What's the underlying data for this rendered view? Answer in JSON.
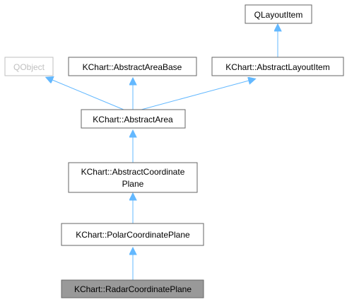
{
  "diagram": {
    "nodes": {
      "qlayoutitem": {
        "label": "QLayoutItem"
      },
      "qobject": {
        "label": "QObject"
      },
      "abstract_area_base": {
        "label": "KChart::AbstractAreaBase"
      },
      "abstract_layout_item": {
        "label": "KChart::AbstractLayoutItem"
      },
      "abstract_area": {
        "label": "KChart::AbstractArea"
      },
      "abstract_coordinate_plane": {
        "label_line1": "KChart::AbstractCoordinate",
        "label_line2": "Plane"
      },
      "polar_coordinate_plane": {
        "label": "KChart::PolarCoordinatePlane"
      },
      "radar_coordinate_plane": {
        "label": "KChart::RadarCoordinatePlane"
      }
    },
    "colors": {
      "edge": "#63b8ff",
      "node_border": "#666666",
      "muted_border": "#bfbfbf",
      "highlight_fill": "#999999"
    }
  }
}
